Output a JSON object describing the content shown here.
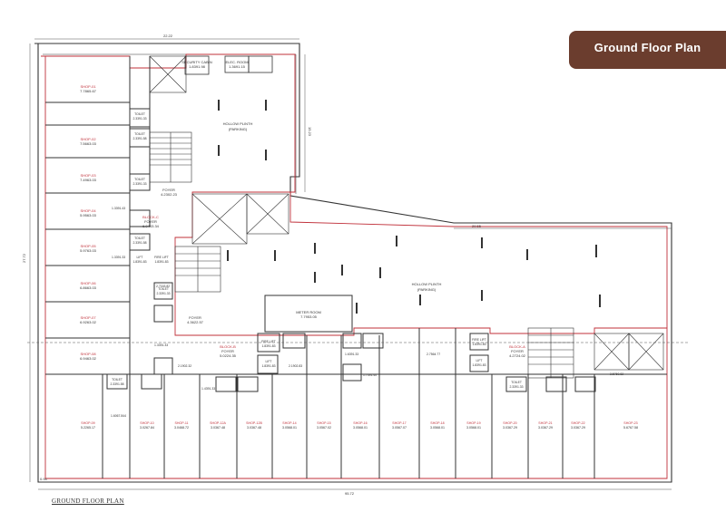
{
  "header": {
    "title": "Ground Floor Plan"
  },
  "footer": {
    "caption": "GROUND FLOOR PLAN"
  },
  "colors": {
    "badge": "#6b3d2e",
    "wall": "#333333",
    "boundary": "#c0303a"
  },
  "dims": {
    "top": "22.22",
    "bottom": "95.72",
    "left": "27.72",
    "right_upper": "15.23",
    "mid": "29.55",
    "corner": "0.94"
  },
  "labels": {
    "hollow_plinth_1": "HOLLOW PLINTH",
    "hollow_plinth_2": "HOLLOW PLINTH",
    "parking": "(PARKING)",
    "meter_room": "METER ROOM",
    "meter_room_area": "7.7953.05",
    "security": "SECURITY CABIN",
    "security_area": "1.8391.98",
    "elec": "ELEC. ROOM",
    "elec_area": "1.3691.15"
  },
  "blocks": [
    {
      "name": "BLOCK-C",
      "foyer": "FOYER",
      "area": "6.0443.34"
    },
    {
      "name": "BLOCK-B",
      "foyer": "FOYER",
      "area": "5.0224.35"
    },
    {
      "name": "BLOCK-A",
      "foyer": "FOYER",
      "area": "4.2724.02"
    }
  ],
  "foyers": [
    {
      "label": "FOYER",
      "area": "4.2302.23"
    },
    {
      "label": "FOYER",
      "area": "4.3622.57"
    }
  ],
  "left_shops": [
    {
      "name": "SHOP-01",
      "area": "7.7865.67"
    },
    {
      "name": "SHOP-02",
      "area": "7.5663.03"
    },
    {
      "name": "SHOP-03",
      "area": "7.4963.03"
    },
    {
      "name": "SHOP-04",
      "area": "5.9563.03"
    },
    {
      "name": "SHOP-05",
      "area": "5.9763.03"
    },
    {
      "name": "SHOP-06",
      "area": "6.8663.03"
    },
    {
      "name": "SHOP-07",
      "area": "6.9263.02"
    },
    {
      "name": "SHOP-08",
      "area": "6.9463.02"
    }
  ],
  "bottom_shops": [
    {
      "name": "SHOP-09",
      "area": "5.2265.17"
    },
    {
      "name": "SHOP-10",
      "area": "3.0267.84"
    },
    {
      "name": "SHOP-11",
      "area": "3.0468.72"
    },
    {
      "name": "SHOP-12A",
      "area": "3.0367.48"
    },
    {
      "name": "SHOP-12B",
      "area": "3.0367.48"
    },
    {
      "name": "SHOP-14",
      "area": "3.0568.01"
    },
    {
      "name": "SHOP-15",
      "area": "3.0567.02"
    },
    {
      "name": "SHOP-16",
      "area": "3.0568.01"
    },
    {
      "name": "SHOP-17",
      "area": "3.0567.07"
    },
    {
      "name": "SHOP-18",
      "area": "3.0568.01"
    },
    {
      "name": "SHOP-19",
      "area": "3.0568.01"
    },
    {
      "name": "SHOP-20",
      "area": "3.0367.29"
    },
    {
      "name": "SHOP-21",
      "area": "3.0367.29"
    },
    {
      "name": "SHOP-22",
      "area": "3.0367.29"
    },
    {
      "name": "SHOP-23",
      "area": "5.6767.58"
    }
  ],
  "services": {
    "toilet": "TOILET",
    "lift": "LIFT",
    "fire_lift": "FIRE LIFT",
    "toilet_areas": [
      "2.3391.33",
      "2.3391.58",
      "2.3391.33",
      "2.3391.58",
      "2.3391.33",
      "2.3391.58",
      "2.3391.33"
    ],
    "lift_area": "1.8391.83",
    "fire_lift_area": "1.8391.83"
  },
  "small_dims": {
    "d1": "1.3391.43",
    "d2": "1.3391.33",
    "d3": "2.7163.82",
    "d4": "1.3391.33",
    "d5": "1.6067.844",
    "d6": "2.1902.32",
    "d7": "1.4391.33",
    "d8": "2.1902.83",
    "d9": "2.7564.77",
    "d10": "1.6391.33",
    "d11": "1.7391.40",
    "d12": "3.5760.82"
  }
}
